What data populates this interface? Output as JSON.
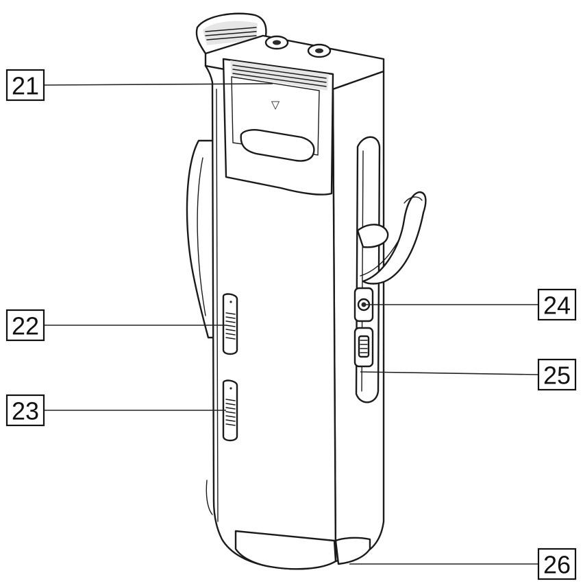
{
  "callouts": [
    {
      "id": "21",
      "label": "21"
    },
    {
      "id": "22",
      "label": "22"
    },
    {
      "id": "23",
      "label": "23"
    },
    {
      "id": "24",
      "label": "24"
    },
    {
      "id": "25",
      "label": "25"
    },
    {
      "id": "26",
      "label": "26"
    }
  ],
  "marks": {
    "slot_arrow": "▽"
  }
}
